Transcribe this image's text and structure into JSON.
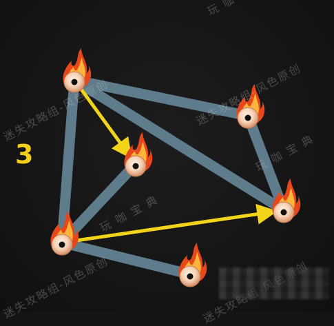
{
  "puzzle": {
    "step_number": "3",
    "nodes": [
      {
        "id": "torch-a",
        "name": "torch-top-left"
      },
      {
        "id": "torch-b",
        "name": "torch-top-right"
      },
      {
        "id": "torch-c",
        "name": "torch-center"
      },
      {
        "id": "torch-d",
        "name": "torch-right"
      },
      {
        "id": "torch-e",
        "name": "torch-bottom-left"
      },
      {
        "id": "torch-f",
        "name": "torch-bottom"
      }
    ],
    "edges": [
      [
        "torch-a",
        "torch-b"
      ],
      [
        "torch-a",
        "torch-d"
      ],
      [
        "torch-a",
        "torch-e"
      ],
      [
        "torch-b",
        "torch-d"
      ],
      [
        "torch-c",
        "torch-e"
      ],
      [
        "torch-e",
        "torch-f"
      ]
    ],
    "moves": [
      [
        "torch-a",
        "torch-c"
      ],
      [
        "torch-e",
        "torch-d"
      ]
    ],
    "colors": {
      "edge": "#5e7c8c",
      "arrow": "#f2d51a",
      "step_number": "#f2cf1a",
      "flame_outer": "#e8471c",
      "flame_inner": "#ffb43a",
      "orb": "#f6d2b6"
    }
  },
  "watermarks": {
    "w1": "玩 咖 宝 典",
    "w2": "迷失攻略组-风色原创",
    "w3": "迷失攻略组-风色原创",
    "w4": "玩 咖 宝 典",
    "w5": "玩 咖 宝 典",
    "w6": "迷失攻略组-风色原创",
    "w7": "迷失攻略组-风色原创"
  }
}
